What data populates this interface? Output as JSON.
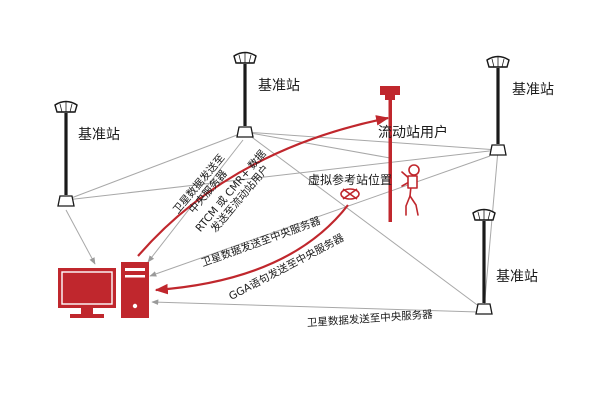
{
  "stations": [
    {
      "id": "left",
      "label": "基准站"
    },
    {
      "id": "top-center",
      "label": "基准站"
    },
    {
      "id": "top-right",
      "label": "基准站"
    },
    {
      "id": "bottom-right",
      "label": "基准站"
    }
  ],
  "rover": {
    "label": "流动站用户"
  },
  "virtual_station": {
    "label": "虚拟参考站位置"
  },
  "links": {
    "top_center_upload": "卫星数据发送至\n中央服务器",
    "rtcm_broadcast": "RTCM 或 CMR+ 数据\n发送至流动站用户",
    "right_upload": "卫星数据发送至中央服务器",
    "gga_report": "GGA语句发送至中央服务器",
    "bottom_upload": "卫星数据发送至中央服务器"
  },
  "colors": {
    "accent": "#c0272d",
    "line": "#9a9a9a",
    "text": "#1a1a1a"
  }
}
